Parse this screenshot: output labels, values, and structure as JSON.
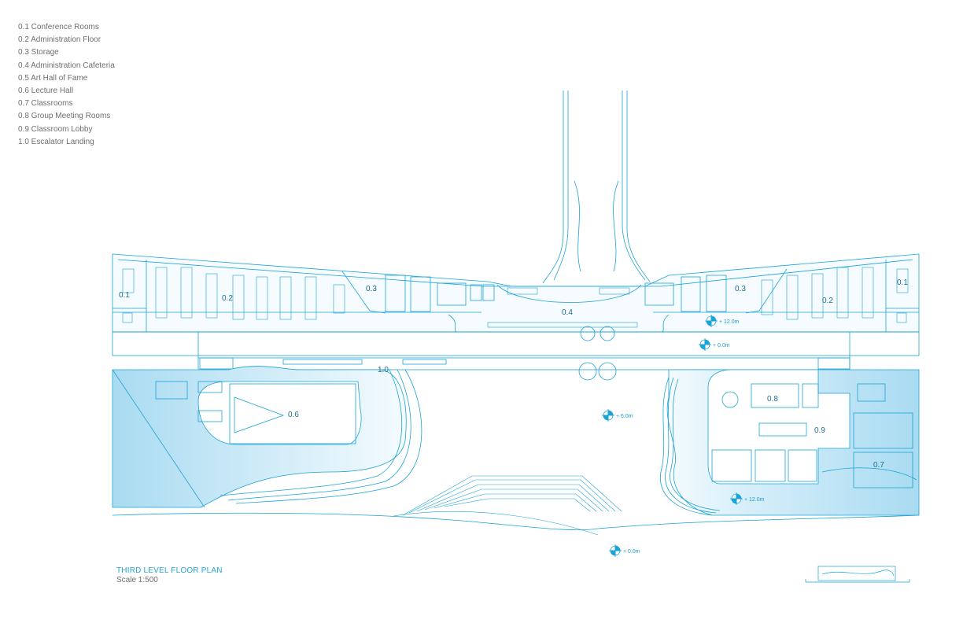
{
  "legend": {
    "items": [
      "0.1 Conference Rooms",
      "0.2 Administration Floor",
      "0.3 Storage",
      "0.4 Administration Cafeteria",
      "0.5 Art Hall of Fame",
      "0.6 Lecture Hall",
      "0.7 Classrooms",
      "0.8 Group Meeting Rooms",
      "0.9 Classroom Lobby",
      "1.0 Escalator Landing"
    ]
  },
  "plan": {
    "title": "THIRD LEVEL FLOOR PLAN",
    "scale": "Scale 1:500",
    "room_labels": {
      "r01_left": "0.1",
      "r02_left": "0.2",
      "r03_left": "0.3",
      "r04": "0.4",
      "r03_right": "0.3",
      "r02_right": "0.2",
      "r01_right": "0.1",
      "r10": "1.0",
      "r06": "0.6",
      "r08": "0.8",
      "r09": "0.9",
      "r07": "0.7"
    },
    "level_markers": {
      "upper_right": "+ 12.0m",
      "bridge": "+ 0.0m",
      "center": "+ 6.0m",
      "right_wing": "+ 12.0m",
      "bottom": "+ 0.0m"
    },
    "colors": {
      "line": "#1aa3d6",
      "fill_light": "#e4f3fb",
      "fill_mid": "#bfe3f4"
    }
  }
}
